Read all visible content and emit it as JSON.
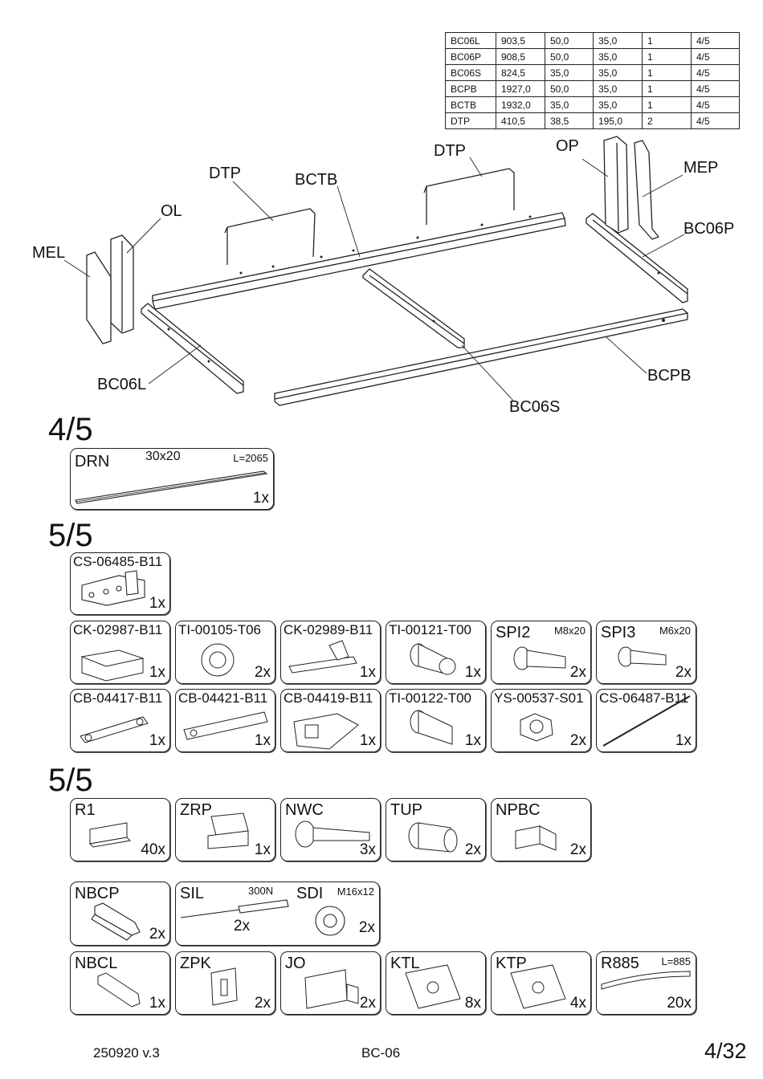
{
  "dims_table": [
    [
      "BC06L",
      "903,5",
      "50,0",
      "35,0",
      "1",
      "4/5"
    ],
    [
      "BC06P",
      "908,5",
      "50,0",
      "35,0",
      "1",
      "4/5"
    ],
    [
      "BC06S",
      "824,5",
      "35,0",
      "35,0",
      "1",
      "4/5"
    ],
    [
      "BCPB",
      "1927,0",
      "50,0",
      "35,0",
      "1",
      "4/5"
    ],
    [
      "BCTB",
      "1932,0",
      "35,0",
      "35,0",
      "1",
      "4/5"
    ],
    [
      "DTP",
      "410,5",
      "38,5",
      "195,0",
      "2",
      "4/5"
    ]
  ],
  "callouts": {
    "dtp_left": "DTP",
    "dtp_right": "DTP",
    "bctb": "BCTB",
    "op": "OP",
    "mep": "MEP",
    "ol": "OL",
    "mel": "MEL",
    "bc06p": "BC06P",
    "bc06l": "BC06L",
    "bcpb": "BCPB",
    "bc06s": "BC06S"
  },
  "sections": {
    "s1": "4/5",
    "s2": "5/5",
    "s3": "5/5"
  },
  "drn": {
    "code": "DRN",
    "size": "30x20",
    "length": "L=2065",
    "qty": "1x"
  },
  "cs06485": {
    "code": "CS-06485-B11",
    "qty": "1x"
  },
  "row1": [
    {
      "code": "CK-02987-B11",
      "qty": "1x"
    },
    {
      "code": "TI-00105-T06",
      "qty": "2x"
    },
    {
      "code": "CK-02989-B11",
      "qty": "1x"
    },
    {
      "code": "TI-00121-T00",
      "qty": "1x"
    },
    {
      "code": "SPI2",
      "spec": "M8x20",
      "qty": "2x"
    },
    {
      "code": "SPI3",
      "spec": "M6x20",
      "qty": "2x"
    }
  ],
  "row2": [
    {
      "code": "CB-04417-B11",
      "qty": "1x"
    },
    {
      "code": "CB-04421-B11",
      "qty": "1x"
    },
    {
      "code": "CB-04419-B11",
      "qty": "1x"
    },
    {
      "code": "TI-00122-T00",
      "qty": "1x"
    },
    {
      "code": "YS-00537-S01",
      "qty": "2x"
    },
    {
      "code": "CS-06487-B11",
      "qty": "1x"
    }
  ],
  "row3": [
    {
      "code": "R1",
      "qty": "40x"
    },
    {
      "code": "ZRP",
      "qty": "1x"
    },
    {
      "code": "NWC",
      "qty": "3x"
    },
    {
      "code": "TUP",
      "qty": "2x"
    },
    {
      "code": "NPBC",
      "qty": "2x"
    }
  ],
  "nbcp": {
    "code": "NBCP",
    "qty": "2x"
  },
  "sil_sdi": {
    "sil_code": "SIL",
    "sil_spec": "300N",
    "sil_qty": "2x",
    "sdi_code": "SDI",
    "sdi_spec": "M16x12",
    "sdi_qty": "2x"
  },
  "row5": [
    {
      "code": "NBCL",
      "qty": "1x"
    },
    {
      "code": "ZPK",
      "qty": "2x"
    },
    {
      "code": "JO",
      "qty": "2x"
    },
    {
      "code": "KTL",
      "qty": "8x"
    },
    {
      "code": "KTP",
      "qty": "4x"
    },
    {
      "code": "R885",
      "spec": "L=885",
      "qty": "20x"
    }
  ],
  "footer": {
    "version": "250920  v.3",
    "model": "BC-06",
    "page": "4/32"
  }
}
